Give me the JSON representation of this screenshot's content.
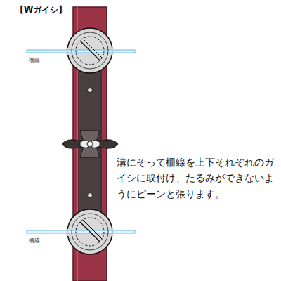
{
  "diagram": {
    "title": "【Wガイシ】",
    "labels": [
      "柵線",
      "柵線",
      "溝にそって柵線を上下それぞれのガイシに取付け、たるみができないようにピーンと張ります。"
    ]
  }
}
